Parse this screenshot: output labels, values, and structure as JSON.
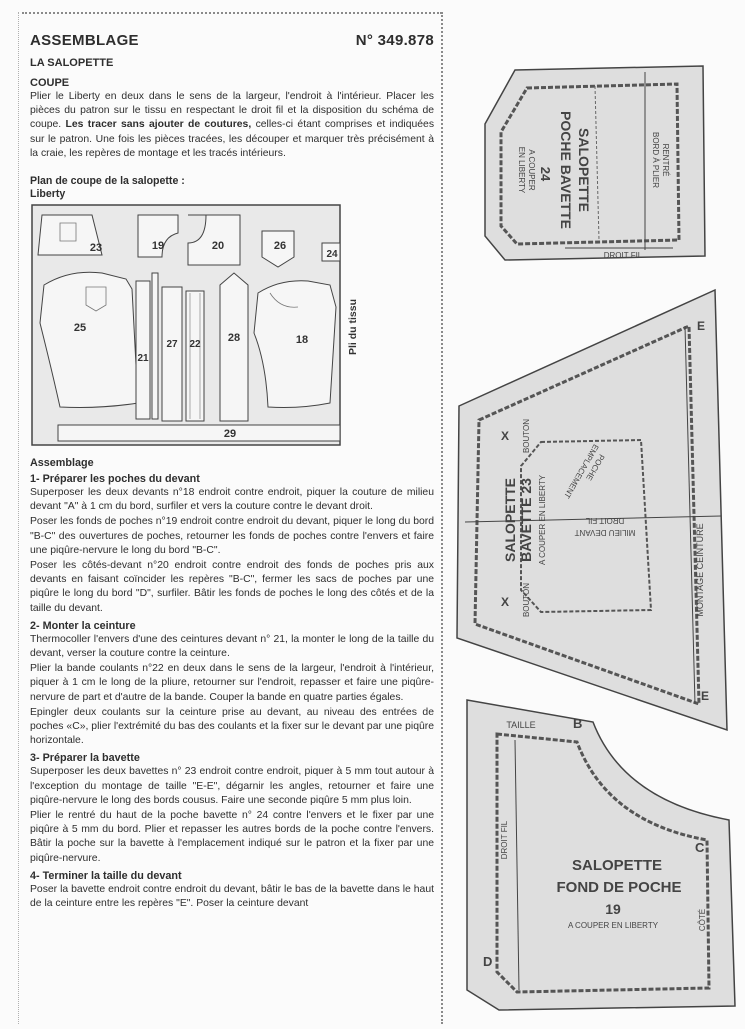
{
  "header": {
    "title": "ASSEMBLAGE",
    "number": "N° 349.878"
  },
  "subtitle": "LA SALOPETTE",
  "coupe": {
    "heading": "COUPE",
    "p1": "Plier le Liberty en deux dans le sens de la largeur, l'endroit à l'intérieur. Placer les pièces du patron sur le tissu en respectant le droit fil et la disposition du schéma de coupe.",
    "p1_bold": "Les tracer sans ajouter de coutures,",
    "p1_end": "celles-ci étant comprises et indiquées sur le patron. Une fois les pièces tracées, les découper et marquer très précisément à la craie, les repères de montage et les tracés intérieurs."
  },
  "plan": {
    "title_line1": "Plan de coupe de la salopette :",
    "title_line2": "Liberty",
    "side_label": "Pli du tissu",
    "pieces": [
      "23",
      "19",
      "20",
      "26",
      "24",
      "25",
      "21",
      "27",
      "22",
      "28",
      "18",
      "29"
    ]
  },
  "assembly": {
    "title": "Assemblage",
    "s1": {
      "heading": "1- Préparer les poches du devant",
      "p1": "Superposer les deux devants n°18 endroit contre endroit, piquer la couture de milieu devant \"A\" à 1 cm du bord, surfiler et vers la couture contre le devant droit.",
      "p2": "Poser les fonds de poches n°19 endroit contre endroit du devant, piquer le long du bord \"B-C\" des ouvertures de poches, retourner les fonds de poches contre l'envers et faire une piqûre-nervure le long du bord \"B-C\".",
      "p3": "Poser les côtés-devant n°20 endroit contre endroit des fonds de poches pris aux devants en faisant coïncider les repères \"B-C\", fermer les sacs de poches par une piqûre le long du bord \"D\", surfiler. Bâtir les fonds de poches le long des côtés et de la taille du devant."
    },
    "s2": {
      "heading": "2- Monter la ceinture",
      "p1": "Thermocoller l'envers d'une des ceintures devant n° 21, la monter le long de la taille du devant, verser la couture contre la ceinture.",
      "p2": "Plier la bande coulants n°22 en deux dans le sens de la largeur, l'endroit à l'intérieur, piquer à 1 cm le long de la pliure, retourner sur l'endroit, repasser et faire une piqûre-nervure de part et d'autre de la bande. Couper la bande en quatre parties égales.",
      "p3": "Epingler deux coulants sur la ceinture prise au devant, au niveau des entrées de poches «C», plier l'extrémité du bas des coulants et la fixer sur le devant par une piqûre horizontale."
    },
    "s3": {
      "heading": "3- Préparer la bavette",
      "p1": "Superposer les deux bavettes n° 23 endroit contre endroit, piquer à 5 mm tout autour à l'exception du montage de taille \"E-E\", dégarnir les angles, retourner et faire une piqûre-nervure le long des bords cousus. Faire une seconde piqûre 5 mm plus loin.",
      "p2": "Plier le rentré du haut de la poche bavette n° 24 contre l'envers et le fixer par une piqûre à 5 mm du bord. Plier et repasser les autres bords de la poche contre l'envers. Bâtir la poche sur la bavette à l'emplacement indiqué sur le patron et la fixer par une piqûre-nervure."
    },
    "s4": {
      "heading": "4- Terminer la taille du devant",
      "p1": "Poser la bavette endroit contre endroit du devant, bâtir le bas de la bavette dans le haut de la ceinture entre les repères \"E\". Poser la ceinture devant"
    }
  },
  "patterns": {
    "p24": {
      "line1": "SALOPETTE",
      "line2": "POCHE BAVETTE",
      "num": "24",
      "sub1": "A COUPER",
      "sub2": "EN LIBERTY",
      "rentre1": "RENTRÉ",
      "rentre2": "BORD À PLIER",
      "droit_fil": "DROIT FIL"
    },
    "p23": {
      "line1": "SALOPETTE",
      "line2": "BAVETTE 23",
      "sub": "A COUPER  EN LIBERTY",
      "bouton1": "BOUTON",
      "bouton2": "BOUTON",
      "milieu1": "MILIEU DEVANT",
      "milieu2": "DROIT FIL",
      "emp1": "EMPLACEMENT",
      "emp2": "POCHE",
      "montage": "MONTAGE CEINTURE",
      "e1": "E",
      "e2": "E",
      "x1": "X",
      "x2": "X"
    },
    "p19": {
      "line1": "SALOPETTE",
      "line2": "FOND DE POCHE",
      "num": "19",
      "sub": "A COUPER  EN LIBERTY",
      "taille": "TAILLE",
      "droit_fil": "DROIT FIL",
      "cote": "CÔTÉ",
      "b": "B",
      "c": "C",
      "d": "D"
    }
  }
}
